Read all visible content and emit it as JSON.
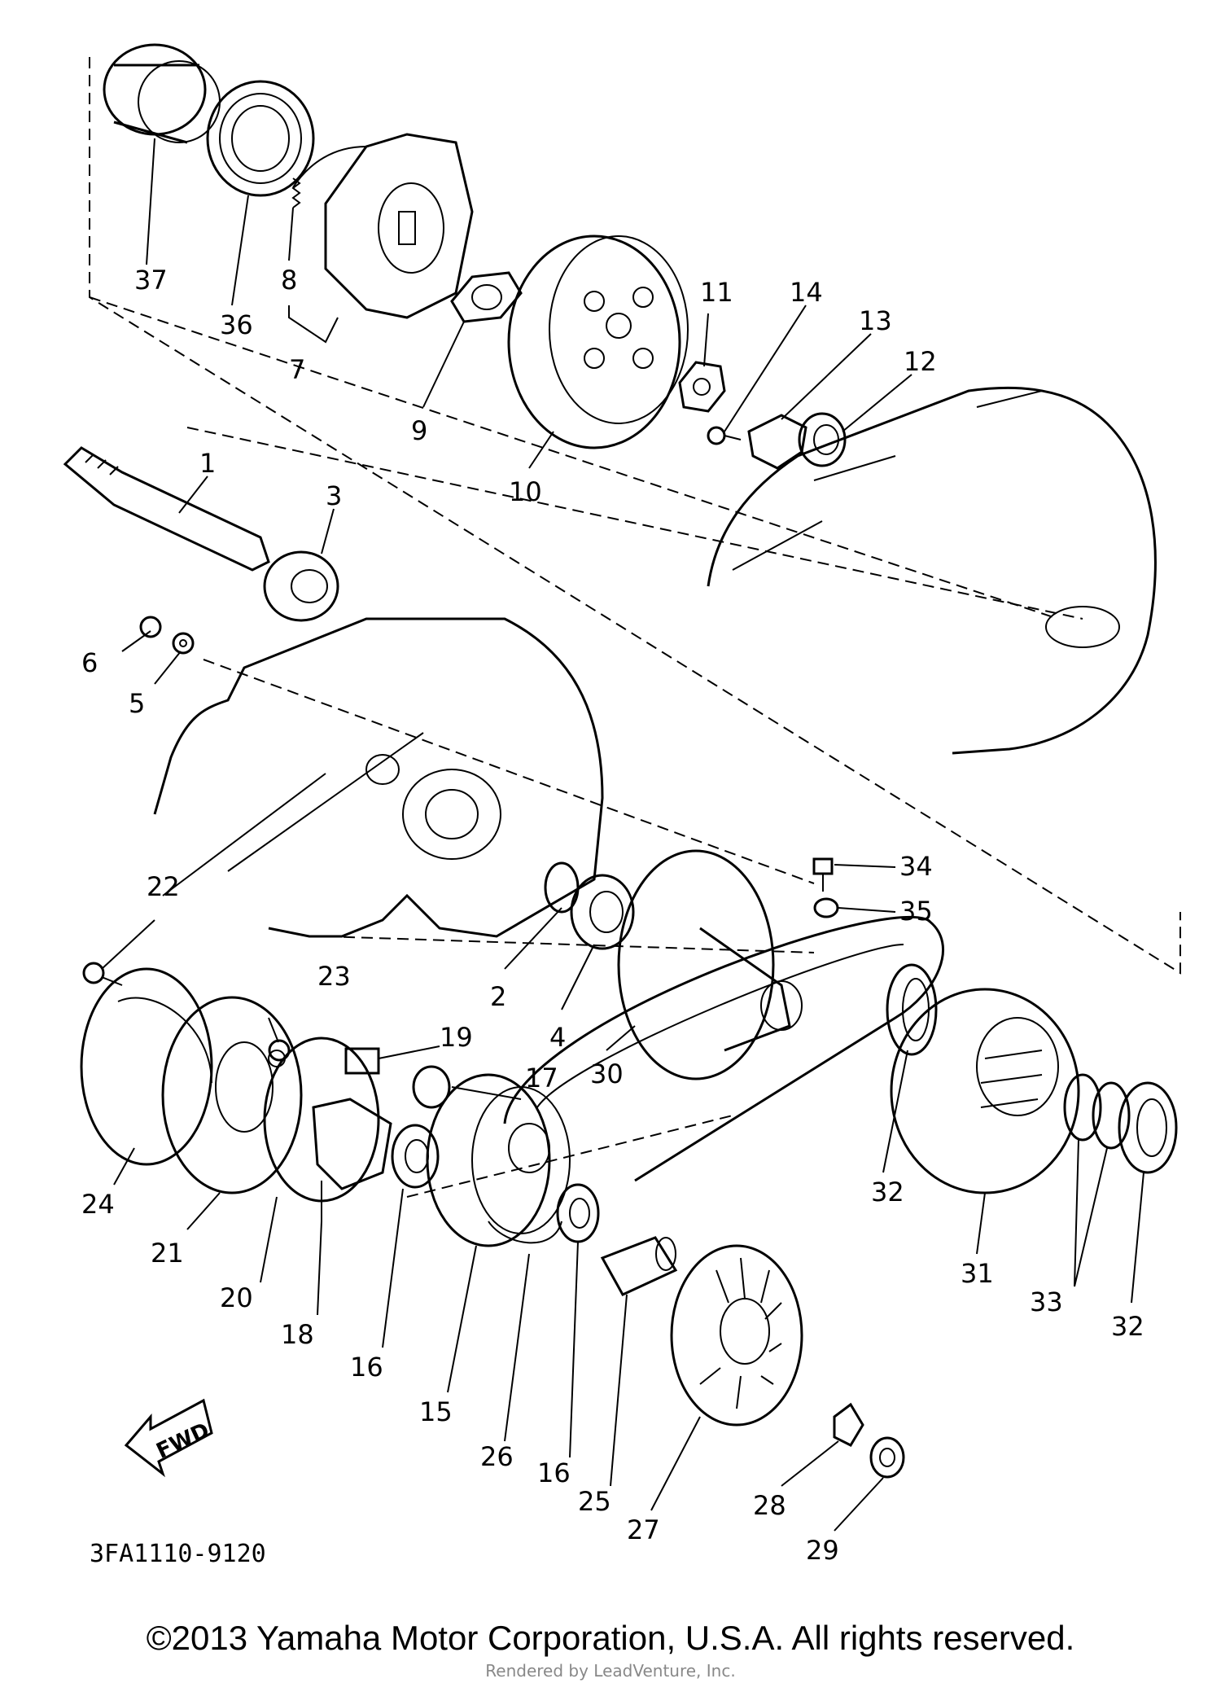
{
  "diagram": {
    "labels": [
      "1",
      "2",
      "3",
      "4",
      "5",
      "6",
      "7",
      "8",
      "9",
      "10",
      "11",
      "12",
      "13",
      "14",
      "15",
      "16",
      "16",
      "17",
      "18",
      "19",
      "20",
      "21",
      "22",
      "23",
      "24",
      "25",
      "26",
      "27",
      "28",
      "29",
      "30",
      "31",
      "32",
      "32",
      "33",
      "34",
      "35",
      "36",
      "37"
    ],
    "drawing_code": "3FA1110-9120",
    "direction_marker": "FWD"
  },
  "footer": {
    "copyright": "©2013 Yamaha Motor Corporation, U.S.A. All rights reserved.",
    "rendered_by": "Rendered by LeadVenture, Inc."
  }
}
